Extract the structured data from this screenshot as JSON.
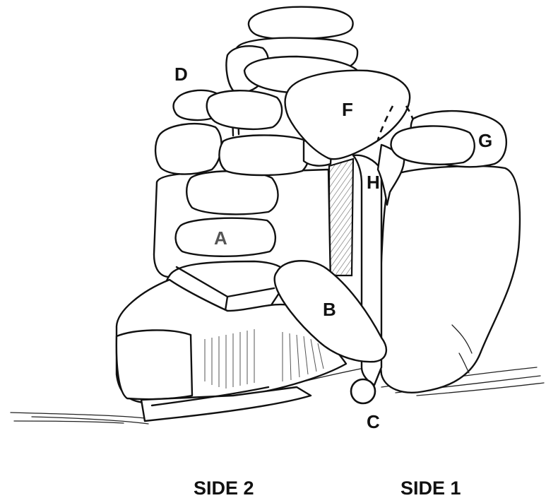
{
  "labels": {
    "a": "A",
    "b": "B",
    "c": "C",
    "d": "D",
    "f": "F",
    "g": "G",
    "h": "H"
  },
  "sides": {
    "left": "SIDE 2",
    "right": "SIDE 1"
  }
}
